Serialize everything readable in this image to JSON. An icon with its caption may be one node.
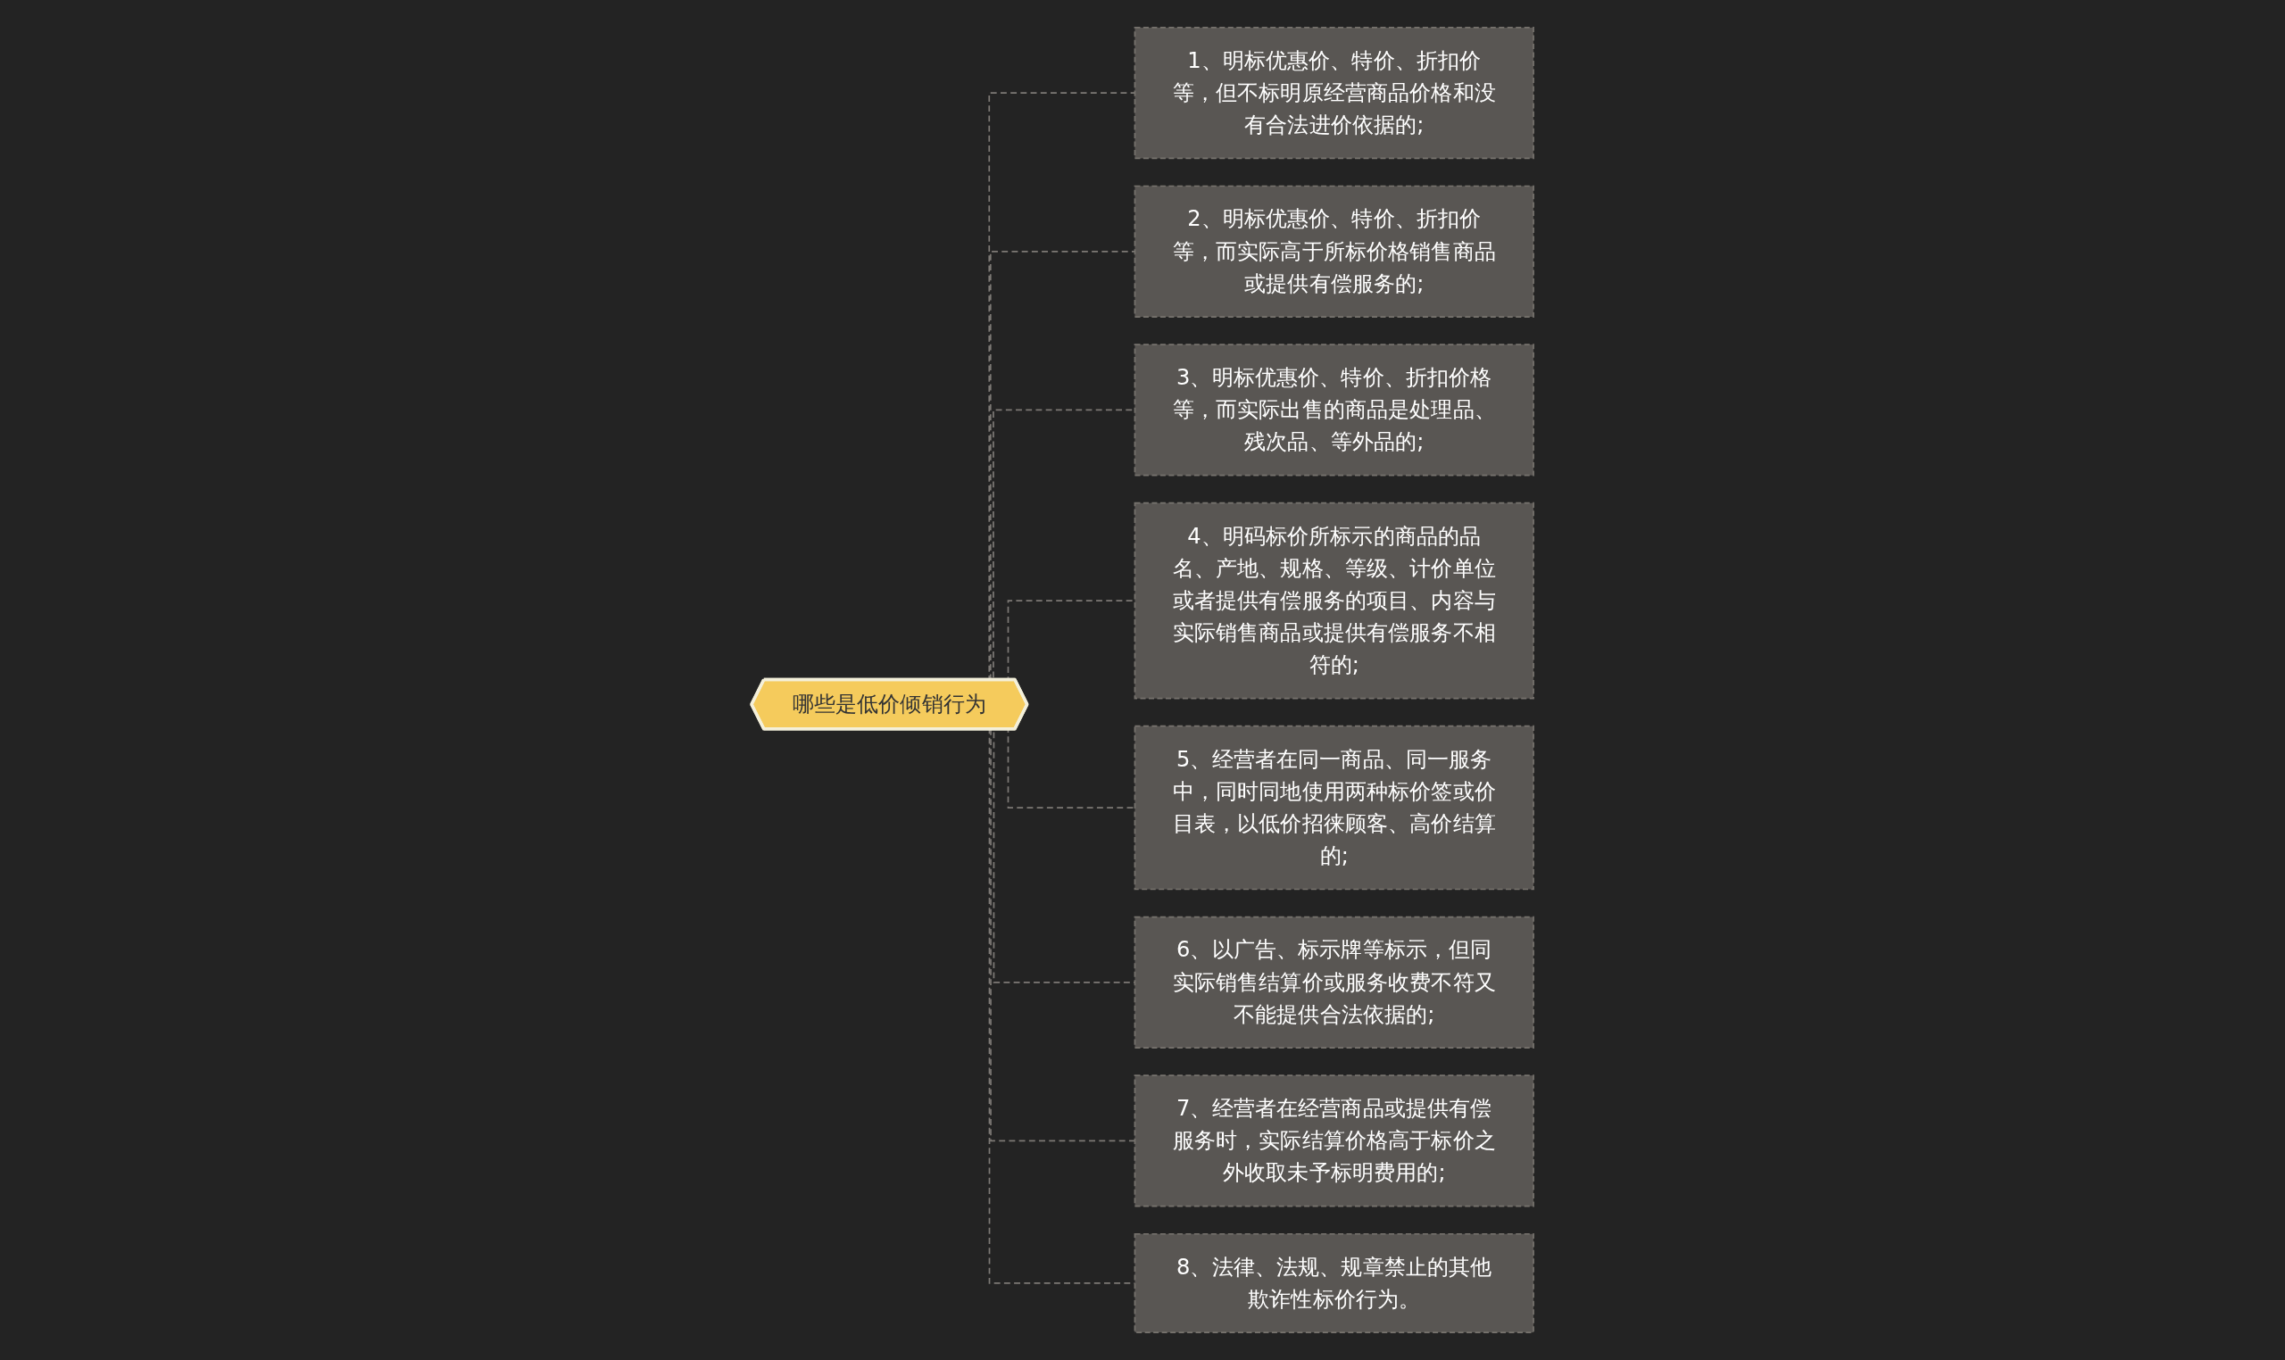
{
  "diagram": {
    "nodes": [
      {
        "text": [
          "哪些是低价倾销行为"
        ]
      },
      {
        "text": [
          "1、明标优惠价、特价、折扣价等，但不标明原经营商品价格和没有合法进价依据的;"
        ]
      },
      {
        "text": [
          "2、明标优惠价、特价、折扣价等，而实际高于所标价格销售商品或提供有偿服务的;"
        ]
      },
      {
        "text": [
          "3、明标优惠价、特价、折扣价格等，而实际出售的商品是处理品、残次品、等外品的;"
        ]
      },
      {
        "text": [
          "4、明码标价所标示的商品的品名、产地、规格、等级、计价单位或者提供有偿服务的项目、内容与实际销售商品或提供有偿服务不相符的;"
        ]
      },
      {
        "text": [
          "5、经营者在同一商品、同一服务中，同时同地使用两种标价签或价目表，以低价招徕顾客、高价结算的;"
        ]
      },
      {
        "text": [
          "6、以广告、标示牌等标示，但同实际销售结算价或服务收费不符又不能提供合法依据的;"
        ]
      },
      {
        "text": [
          "7、经营者在经营商品或提供有偿服务时，实际结算价格高于标价之外收取未予标明费用的;"
        ]
      },
      {
        "text": [
          "8、法律、法规、规章禁止的其他欺诈性标价行为。"
        ]
      }
    ],
    "edges": [
      {
        "from": 0,
        "to": 1,
        "arrow": "none",
        "style": "dashed"
      },
      {
        "from": 0,
        "to": 2,
        "arrow": "none",
        "style": "dashed"
      },
      {
        "from": 0,
        "to": 3,
        "arrow": "none",
        "style": "dashed"
      },
      {
        "from": 0,
        "to": 4,
        "arrow": "none",
        "style": "dashed"
      },
      {
        "from": 0,
        "to": 5,
        "arrow": "none",
        "style": "dashed"
      },
      {
        "from": 0,
        "to": 6,
        "arrow": "none",
        "style": "dashed"
      },
      {
        "from": 0,
        "to": 7,
        "arrow": "none",
        "style": "dashed"
      },
      {
        "from": 0,
        "to": 8,
        "arrow": "none",
        "style": "dashed"
      }
    ]
  }
}
